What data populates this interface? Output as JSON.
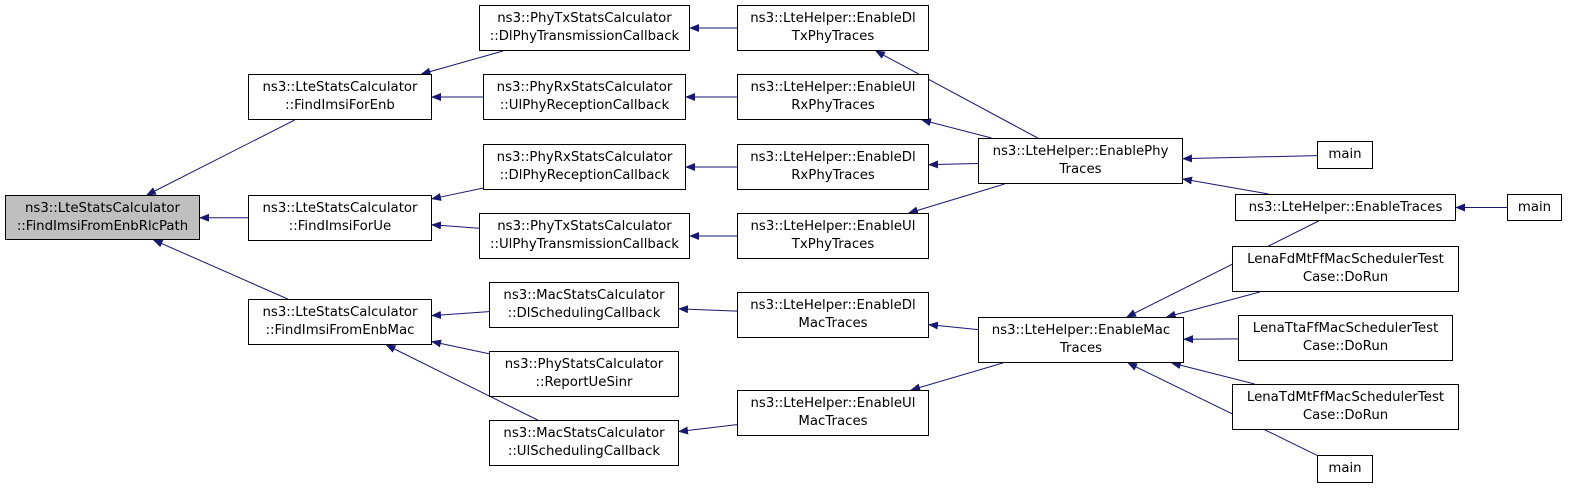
{
  "nodes": {
    "root": {
      "lines": [
        "ns3::LteStatsCalculator",
        "::FindImsiFromEnbRlcPath"
      ]
    },
    "fenb": {
      "lines": [
        "ns3::LteStatsCalculator",
        "::FindImsiForEnb"
      ]
    },
    "fue": {
      "lines": [
        "ns3::LteStatsCalculator",
        "::FindImsiForUe"
      ]
    },
    "fmac": {
      "lines": [
        "ns3::LteStatsCalculator",
        "::FindImsiFromEnbMac"
      ]
    },
    "dltx": {
      "lines": [
        "ns3::PhyTxStatsCalculator",
        "::DlPhyTransmissionCallback"
      ]
    },
    "ulrx": {
      "lines": [
        "ns3::PhyRxStatsCalculator",
        "::UlPhyReceptionCallback"
      ]
    },
    "dlrx": {
      "lines": [
        "ns3::PhyRxStatsCalculator",
        "::DlPhyReceptionCallback"
      ]
    },
    "ultx": {
      "lines": [
        "ns3::PhyTxStatsCalculator",
        "::UlPhyTransmissionCallback"
      ]
    },
    "dlsch": {
      "lines": [
        "ns3::MacStatsCalculator",
        "::DlSchedulingCallback"
      ]
    },
    "sinr": {
      "lines": [
        "ns3::PhyStatsCalculator",
        "::ReportUeSinr"
      ]
    },
    "ulsch": {
      "lines": [
        "ns3::MacStatsCalculator",
        "::UlSchedulingCallback"
      ]
    },
    "hdltx": {
      "lines": [
        "ns3::LteHelper::EnableDl",
        "TxPhyTraces"
      ]
    },
    "hulrx": {
      "lines": [
        "ns3::LteHelper::EnableUl",
        "RxPhyTraces"
      ]
    },
    "hdlrx": {
      "lines": [
        "ns3::LteHelper::EnableDl",
        "RxPhyTraces"
      ]
    },
    "hultx": {
      "lines": [
        "ns3::LteHelper::EnableUl",
        "TxPhyTraces"
      ]
    },
    "hdlmac": {
      "lines": [
        "ns3::LteHelper::EnableDl",
        "MacTraces"
      ]
    },
    "hulmac": {
      "lines": [
        "ns3::LteHelper::EnableUl",
        "MacTraces"
      ]
    },
    "hphy": {
      "lines": [
        "ns3::LteHelper::EnablePhy",
        "Traces"
      ]
    },
    "hmac": {
      "lines": [
        "ns3::LteHelper::EnableMac",
        "Traces"
      ]
    },
    "main1": {
      "lines": [
        "main"
      ]
    },
    "htr": {
      "lines": [
        "ns3::LteHelper::EnableTraces"
      ]
    },
    "fdmt": {
      "lines": [
        "LenaFdMtFfMacSchedulerTest",
        "Case::DoRun"
      ]
    },
    "tta": {
      "lines": [
        "LenaTtaFfMacSchedulerTest",
        "Case::DoRun"
      ]
    },
    "tdmt": {
      "lines": [
        "LenaTdMtFfMacSchedulerTest",
        "Case::DoRun"
      ]
    },
    "main2": {
      "lines": [
        "main"
      ]
    },
    "main3": {
      "lines": [
        "main"
      ]
    }
  },
  "edges": [
    {
      "from": "fenb",
      "to": "root"
    },
    {
      "from": "fue",
      "to": "root"
    },
    {
      "from": "fmac",
      "to": "root"
    },
    {
      "from": "dltx",
      "to": "fenb"
    },
    {
      "from": "ulrx",
      "to": "fenb"
    },
    {
      "from": "dlrx",
      "to": "fue"
    },
    {
      "from": "ultx",
      "to": "fue"
    },
    {
      "from": "dlsch",
      "to": "fmac"
    },
    {
      "from": "sinr",
      "to": "fmac"
    },
    {
      "from": "ulsch",
      "to": "fmac"
    },
    {
      "from": "hdltx",
      "to": "dltx"
    },
    {
      "from": "hulrx",
      "to": "ulrx"
    },
    {
      "from": "hdlrx",
      "to": "dlrx"
    },
    {
      "from": "hultx",
      "to": "ultx"
    },
    {
      "from": "hdlmac",
      "to": "dlsch"
    },
    {
      "from": "hulmac",
      "to": "ulsch"
    },
    {
      "from": "hphy",
      "to": "hdltx"
    },
    {
      "from": "hphy",
      "to": "hulrx"
    },
    {
      "from": "hphy",
      "to": "hdlrx"
    },
    {
      "from": "hphy",
      "to": "hultx"
    },
    {
      "from": "hmac",
      "to": "hdlmac"
    },
    {
      "from": "hmac",
      "to": "hulmac"
    },
    {
      "from": "main1",
      "to": "hphy"
    },
    {
      "from": "htr",
      "to": "hphy"
    },
    {
      "from": "htr",
      "to": "hmac"
    },
    {
      "from": "fdmt",
      "to": "hmac"
    },
    {
      "from": "tta",
      "to": "hmac"
    },
    {
      "from": "tdmt",
      "to": "hmac"
    },
    {
      "from": "main2",
      "to": "hmac"
    },
    {
      "from": "main3",
      "to": "htr"
    }
  ],
  "colors": {
    "edge": "#191970",
    "root_fill": "#bfbfbf",
    "node_fill": "#ffffff",
    "border": "#000000"
  }
}
